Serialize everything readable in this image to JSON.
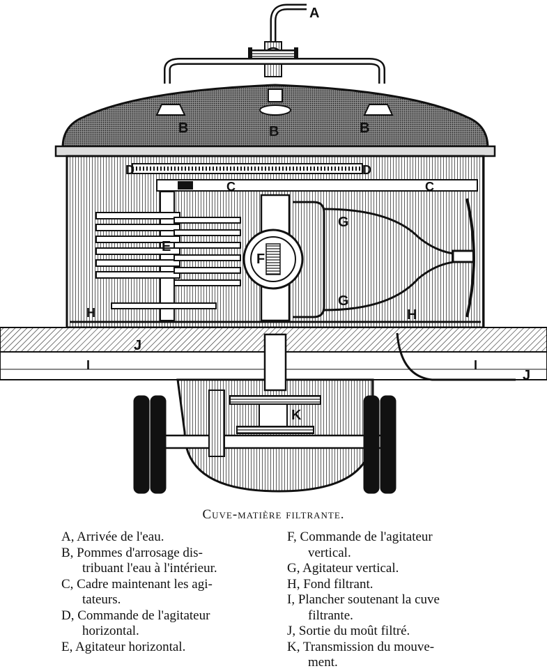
{
  "figure": {
    "labels": {
      "a": "A",
      "b": "B",
      "c": "C",
      "d": "D",
      "e": "E",
      "f": "F",
      "g": "G",
      "h": "H",
      "i": "I",
      "j": "J",
      "k": "K"
    }
  },
  "caption": "Cuve-matière filtrante.",
  "legend": {
    "left": [
      {
        "line1": "A, Arrivée de l'eau.",
        "line2": ""
      },
      {
        "line1": "B, Pommes d'arrosage dis-",
        "line2": "tribuant l'eau à l'intérieur."
      },
      {
        "line1": "C, Cadre maintenant les agi-",
        "line2": "tateurs."
      },
      {
        "line1": "D, Commande de l'agitateur",
        "line2": "horizontal."
      },
      {
        "line1": "E, Agitateur horizontal.",
        "line2": ""
      }
    ],
    "right": [
      {
        "line1": "F, Commande de l'agitateur",
        "line2": "vertical."
      },
      {
        "line1": "G, Agitateur vertical.",
        "line2": ""
      },
      {
        "line1": "H, Fond filtrant.",
        "line2": ""
      },
      {
        "line1": "I, Plancher soutenant la cuve",
        "line2": "filtrante."
      },
      {
        "line1": "J, Sortie du moût filtré.",
        "line2": ""
      },
      {
        "line1": "K, Transmission du mouve-",
        "line2": "ment."
      }
    ]
  }
}
